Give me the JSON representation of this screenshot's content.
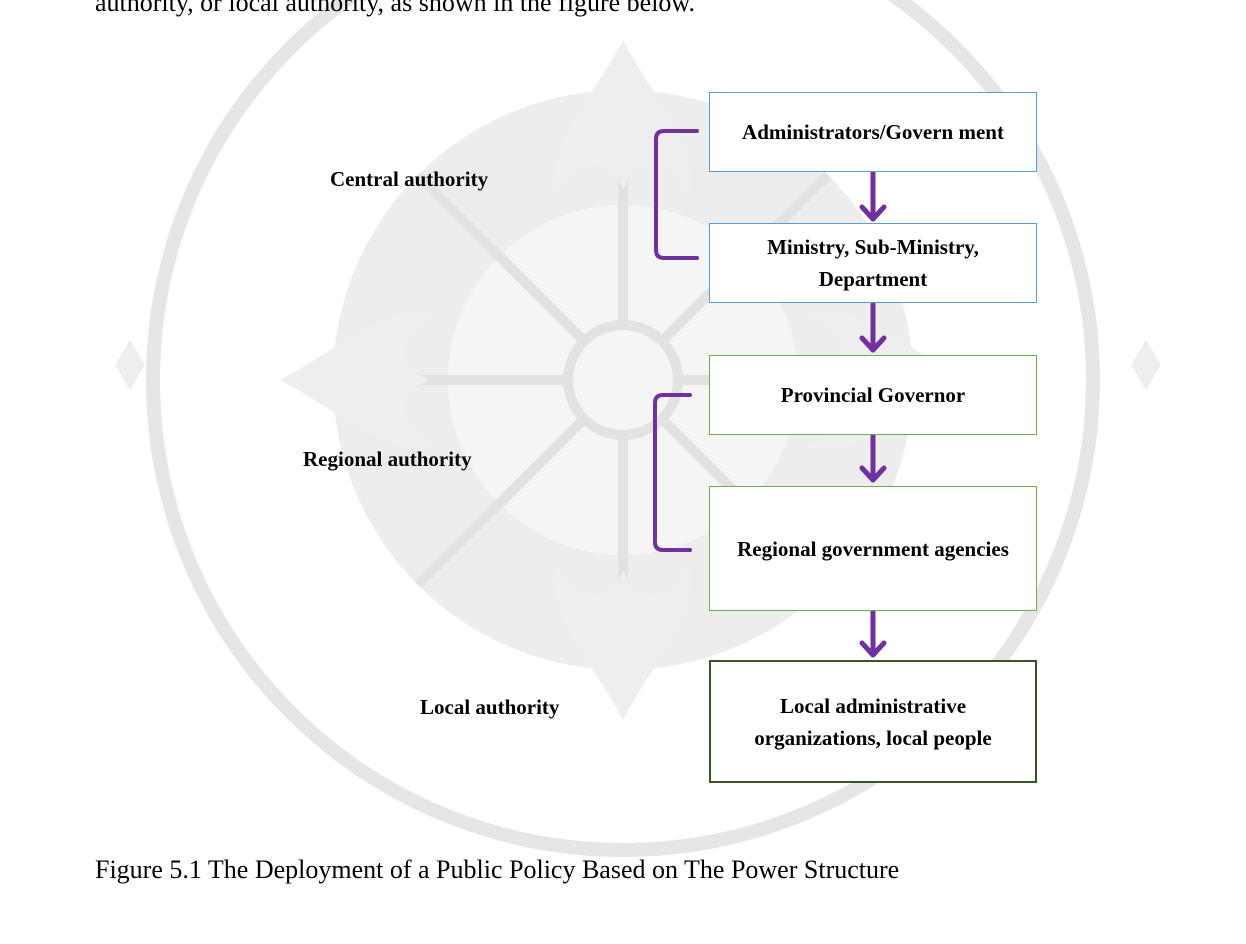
{
  "intro_text": "authority, or local authority, as shown in the figure below.",
  "levels": {
    "central": "Central authority",
    "regional": "Regional authority",
    "local": "Local authority"
  },
  "boxes": {
    "administrators": "Administrators/Govern ment",
    "ministry": "Ministry, Sub-Ministry, Department",
    "governor": "Provincial Governor",
    "regional_agencies": "Regional government agencies",
    "local_orgs": "Local administrative organizations, local people"
  },
  "caption": "Figure 5.1 The Deployment of a Public Policy Based on The Power Structure",
  "colors": {
    "arrow": "#7030a0",
    "bracket": "#7030a0",
    "central_border": "#5b9bd5",
    "regional_border": "#70ad47",
    "local_border": "#375623",
    "watermark": "#e4e4e4"
  }
}
